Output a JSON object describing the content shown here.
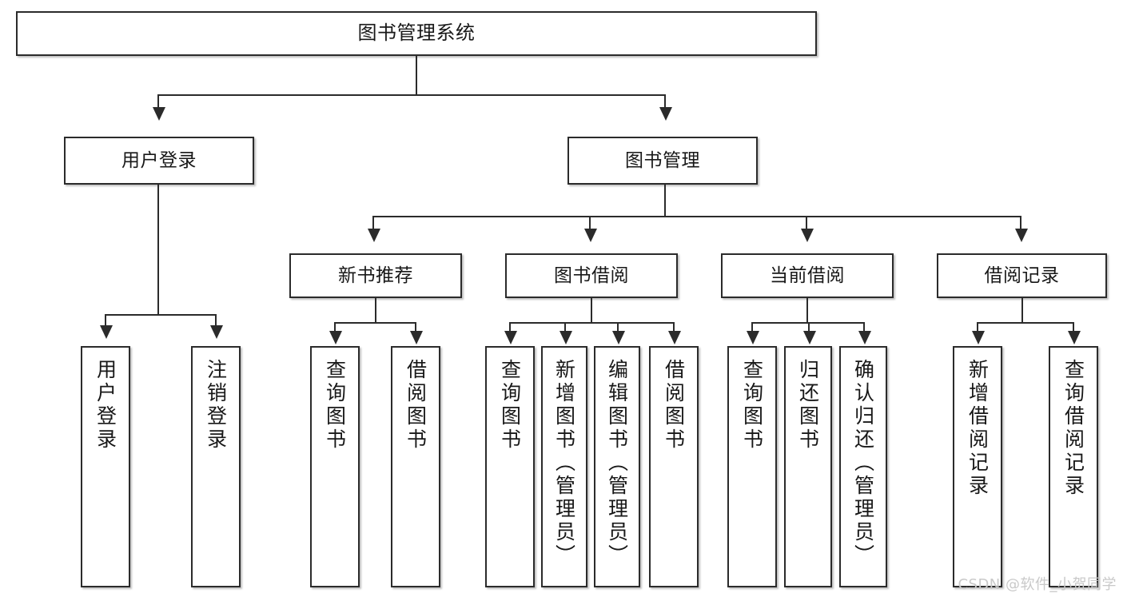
{
  "diagram": {
    "title": "图书管理系统",
    "type": "tree",
    "watermark": "CSDN @软件_小贺同学",
    "nodes": {
      "root": {
        "label": "图书管理系统"
      },
      "level2": [
        {
          "label": "用户登录"
        },
        {
          "label": "图书管理"
        }
      ],
      "level3": [
        {
          "label": "新书推荐"
        },
        {
          "label": "图书借阅"
        },
        {
          "label": "当前借阅"
        },
        {
          "label": "借阅记录"
        }
      ],
      "leaves_user_login": [
        {
          "label": "用户登录"
        },
        {
          "label": "注销登录"
        }
      ],
      "leaves_new_book": [
        {
          "label": "查询图书"
        },
        {
          "label": "借阅图书"
        }
      ],
      "leaves_borrow": [
        {
          "label": "查询图书"
        },
        {
          "label": "新增图书（管理员）"
        },
        {
          "label": "编辑图书（管理员）"
        },
        {
          "label": "借阅图书"
        }
      ],
      "leaves_current": [
        {
          "label": "查询图书"
        },
        {
          "label": "归还图书"
        },
        {
          "label": "确认归还（管理员）"
        }
      ],
      "leaves_record": [
        {
          "label": "新增借阅记录"
        },
        {
          "label": "查询借阅记录"
        }
      ]
    },
    "colors": {
      "stroke": "#2b2b2b",
      "fill": "#ffffff",
      "text": "#181818",
      "watermark": "#c9c9c9"
    }
  }
}
